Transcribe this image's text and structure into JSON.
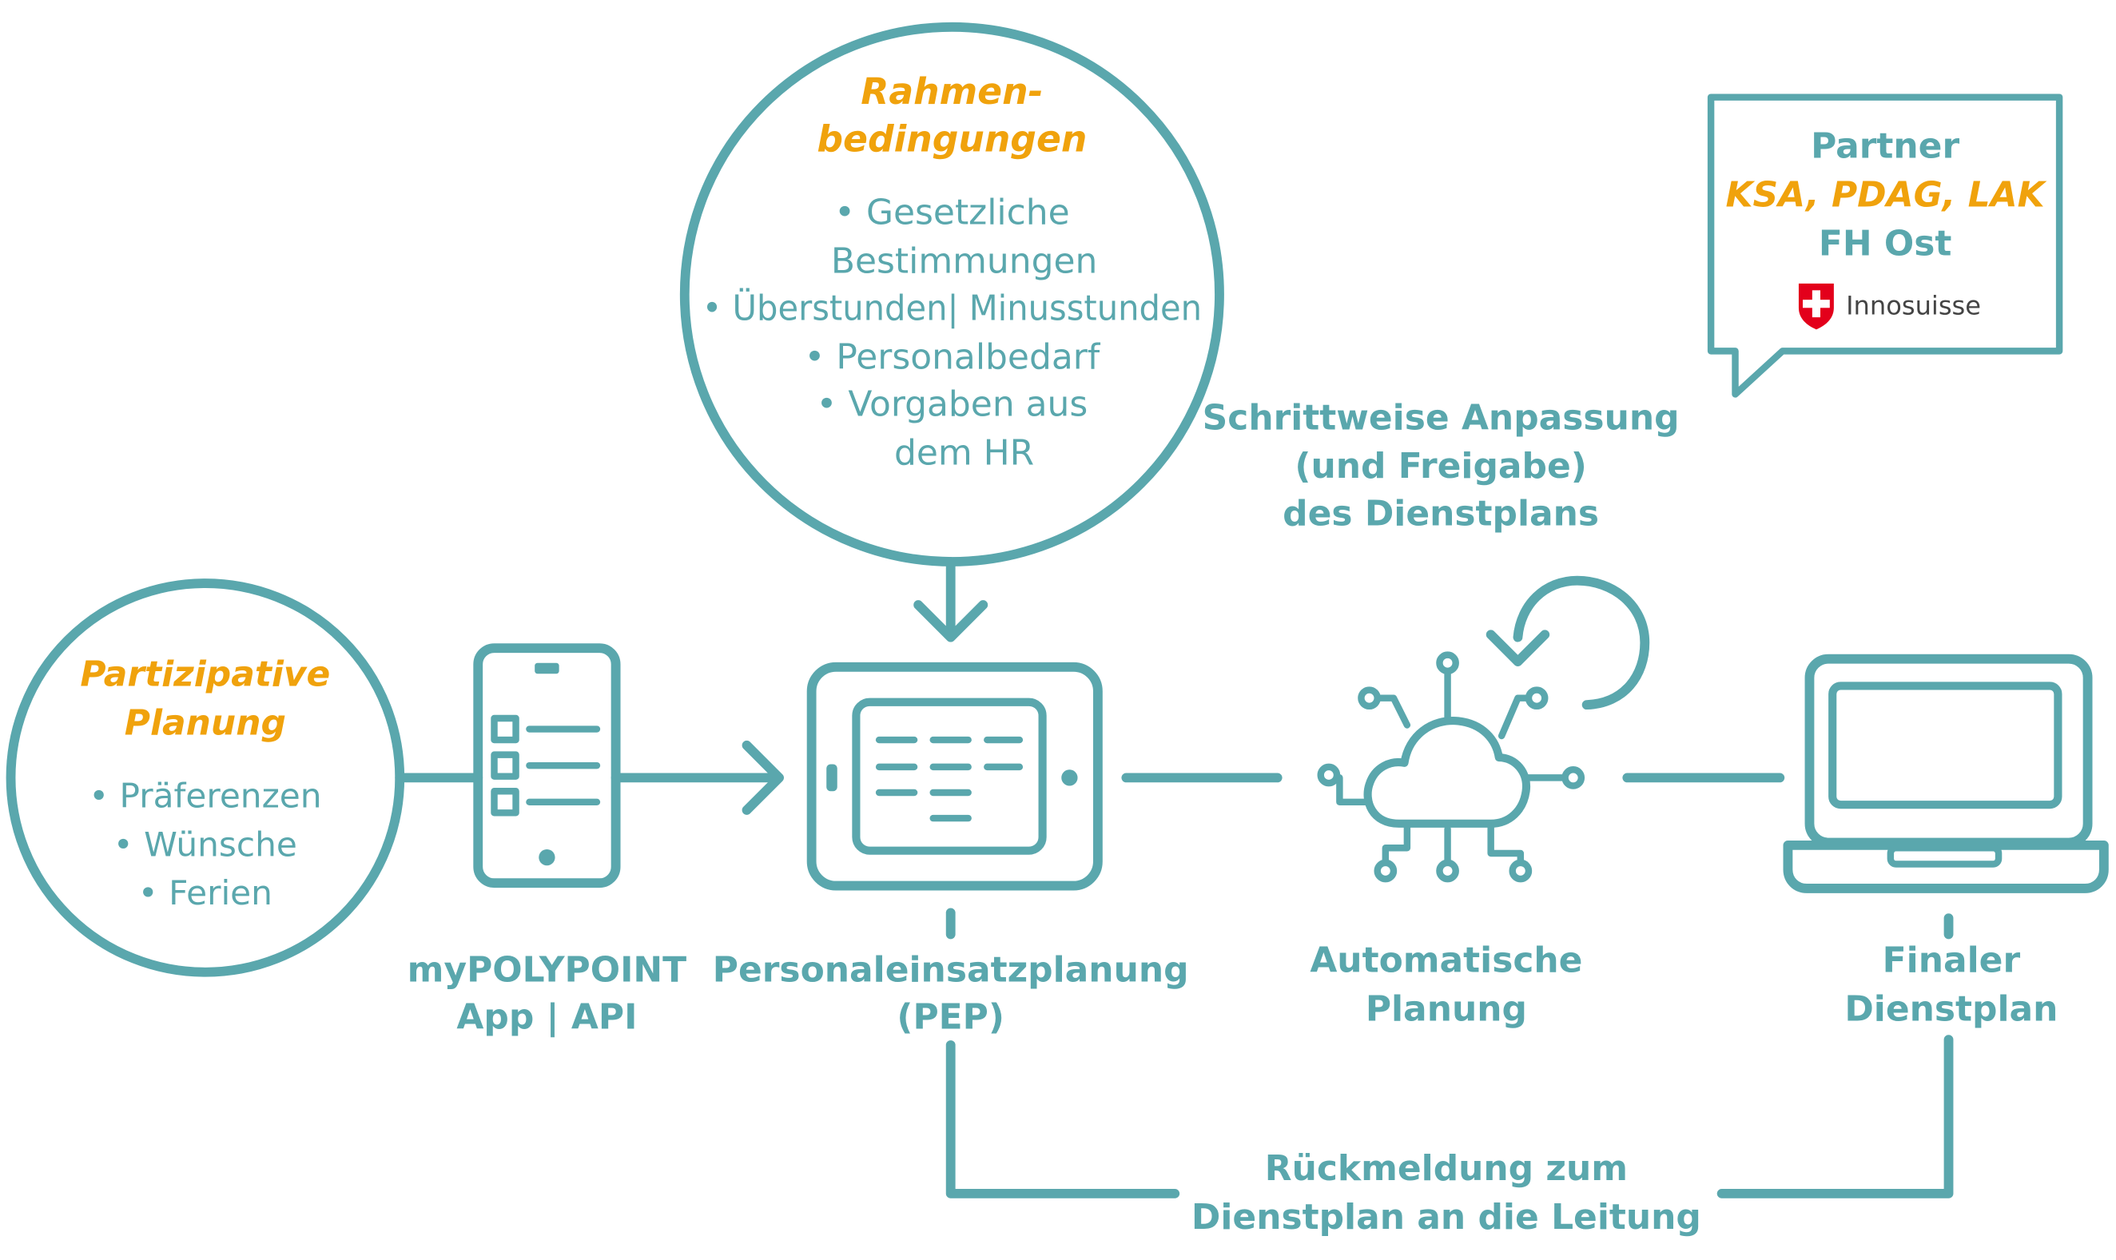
{
  "rahmen": {
    "title_line1": "Rahmen-",
    "title_line2": "bedingungen",
    "items": [
      "• Gesetzliche",
      "Bestimmungen",
      "• Überstunden| Minusstunden",
      "• Personalbedarf",
      "• Vorgaben aus",
      "dem HR"
    ]
  },
  "partizipative": {
    "title_line1": "Partizipative",
    "title_line2": "Planung",
    "items": [
      "• Präferenzen",
      "• Wünsche",
      "• Ferien"
    ]
  },
  "partner": {
    "label": "Partner",
    "orgs": "KSA, PDAG, LAK",
    "school": "FH Ost",
    "funder": "Innosuisse"
  },
  "labels": {
    "app_line1": "myPOLYPOINT",
    "app_line2": "App | API",
    "pep_line1": "Personaleinsatzplanung",
    "pep_line2": "(PEP)",
    "auto_line1": "Automatische",
    "auto_line2": "Planung",
    "final_line1": "Finaler",
    "final_line2": "Dienstplan",
    "step_line1": "Schrittweise Anpassung",
    "step_line2": "(und Freigabe)",
    "step_line3": "des Dienstplans",
    "feedback_line1": "Rückmeldung zum",
    "feedback_line2": "Dienstplan an die Leitung"
  },
  "colors": {
    "teal": "#5aa7ad",
    "orange": "#f0a20c",
    "swiss_red": "#e3001b"
  },
  "icons": [
    "phone-app-icon",
    "tablet-icon",
    "cloud-network-icon",
    "refresh-arrow-icon",
    "laptop-icon",
    "swiss-flag-icon"
  ]
}
